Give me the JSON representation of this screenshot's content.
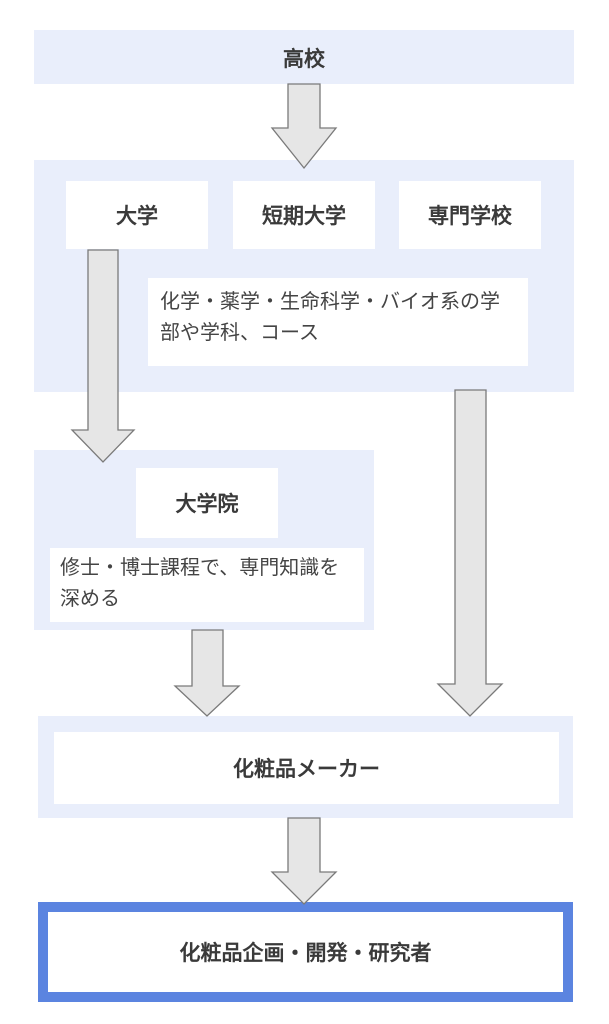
{
  "high_school": {
    "label": "高校"
  },
  "schools": {
    "university": "大学",
    "junior_college": "短期大学",
    "vocational": "専門学校",
    "note": "化学・薬学・生命科学・バイオ系の学部や学科、コース"
  },
  "graduate": {
    "label": "大学院",
    "note": "修士・博士課程で、専門知識を深める"
  },
  "maker": {
    "label": "化粧品メーカー"
  },
  "final": {
    "label": "化粧品企画・開発・研究者"
  },
  "colors": {
    "panel": "#e9eefb",
    "final_border": "#5b84e0",
    "arrow_fill": "#e6e6e6",
    "arrow_stroke": "#7a7a7a"
  }
}
